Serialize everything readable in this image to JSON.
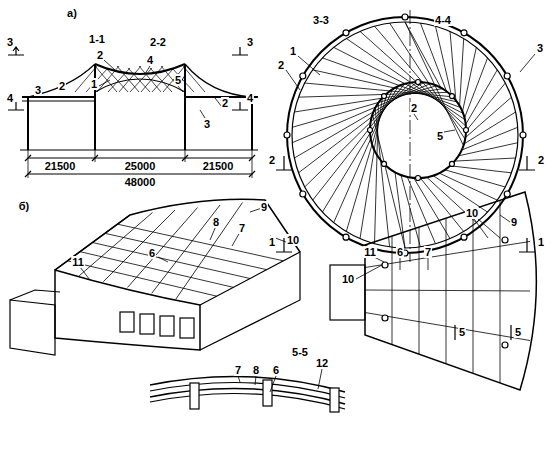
{
  "diagram": {
    "labels": [
      "а)",
      "1-1",
      "2-2",
      "3",
      "4",
      "3",
      "4",
      "2",
      "4",
      "1",
      "2",
      "3",
      "5",
      "3",
      "2",
      "21500",
      "25000",
      "21500",
      "48000",
      "3-3",
      "4-4",
      "1",
      "2",
      "3",
      "2",
      "5",
      "2",
      "2",
      "1",
      "1",
      "б)",
      "9",
      "8",
      "7",
      "10",
      "6",
      "11",
      "9",
      "10",
      "11",
      "6",
      "7",
      "10",
      "5",
      "5",
      "5-5",
      "7",
      "8",
      "6",
      "12"
    ]
  }
}
